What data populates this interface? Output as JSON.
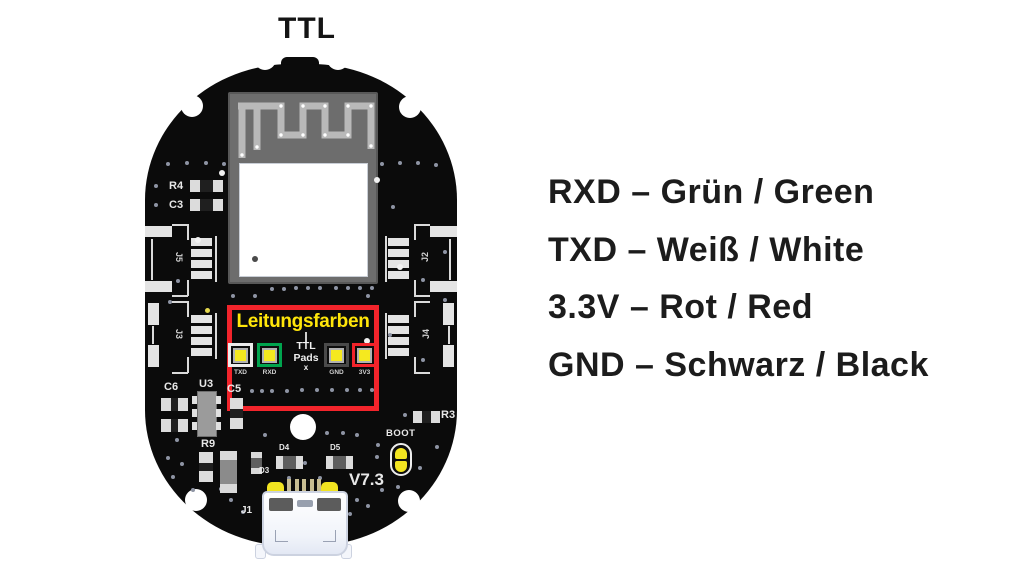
{
  "title": "TTL",
  "legend": {
    "lines": [
      "RXD – Grün / Green",
      "TXD – Weiß / White",
      "3.3V – Rot / Red",
      "GND – Schwarz / Black"
    ]
  },
  "board": {
    "highlight_label": "Leitungsfarben",
    "boot_label": "BOOT",
    "version": "V7.3",
    "refdes": {
      "r4": "R4",
      "c3": "C3",
      "c6": "C6",
      "u3": "U3",
      "c5": "C5",
      "r9": "R9",
      "d3": "D3",
      "d4": "D4",
      "d5": "D5",
      "r3": "R3",
      "j1": "J1"
    },
    "connectors": {
      "j5": "J5",
      "j3": "J3",
      "j2": "J2",
      "j4": "J4"
    }
  },
  "pads": {
    "caption": {
      "line1": "TTL",
      "line2": "Pads",
      "line3": "x"
    },
    "list": [
      {
        "label": "TXD",
        "color": "#ececec"
      },
      {
        "label": "RXD",
        "color": "#00a44e"
      },
      {
        "label": "GND",
        "color": "#4a4a4a"
      },
      {
        "label": "3V3",
        "color": "#f2232a"
      }
    ]
  },
  "colors": {
    "board": "#0b0b0b",
    "highlight_red": "#f2242b",
    "label_yellow": "#ffe60a",
    "pad_yellow": "#f5e91f",
    "wire_green": "#00a44e",
    "wire_white": "#ececec",
    "wire_black": "#4a4a4a",
    "wire_red": "#f2232a",
    "silkscreen": "#e8e8e8",
    "legend_text": "#1c1c1c"
  }
}
